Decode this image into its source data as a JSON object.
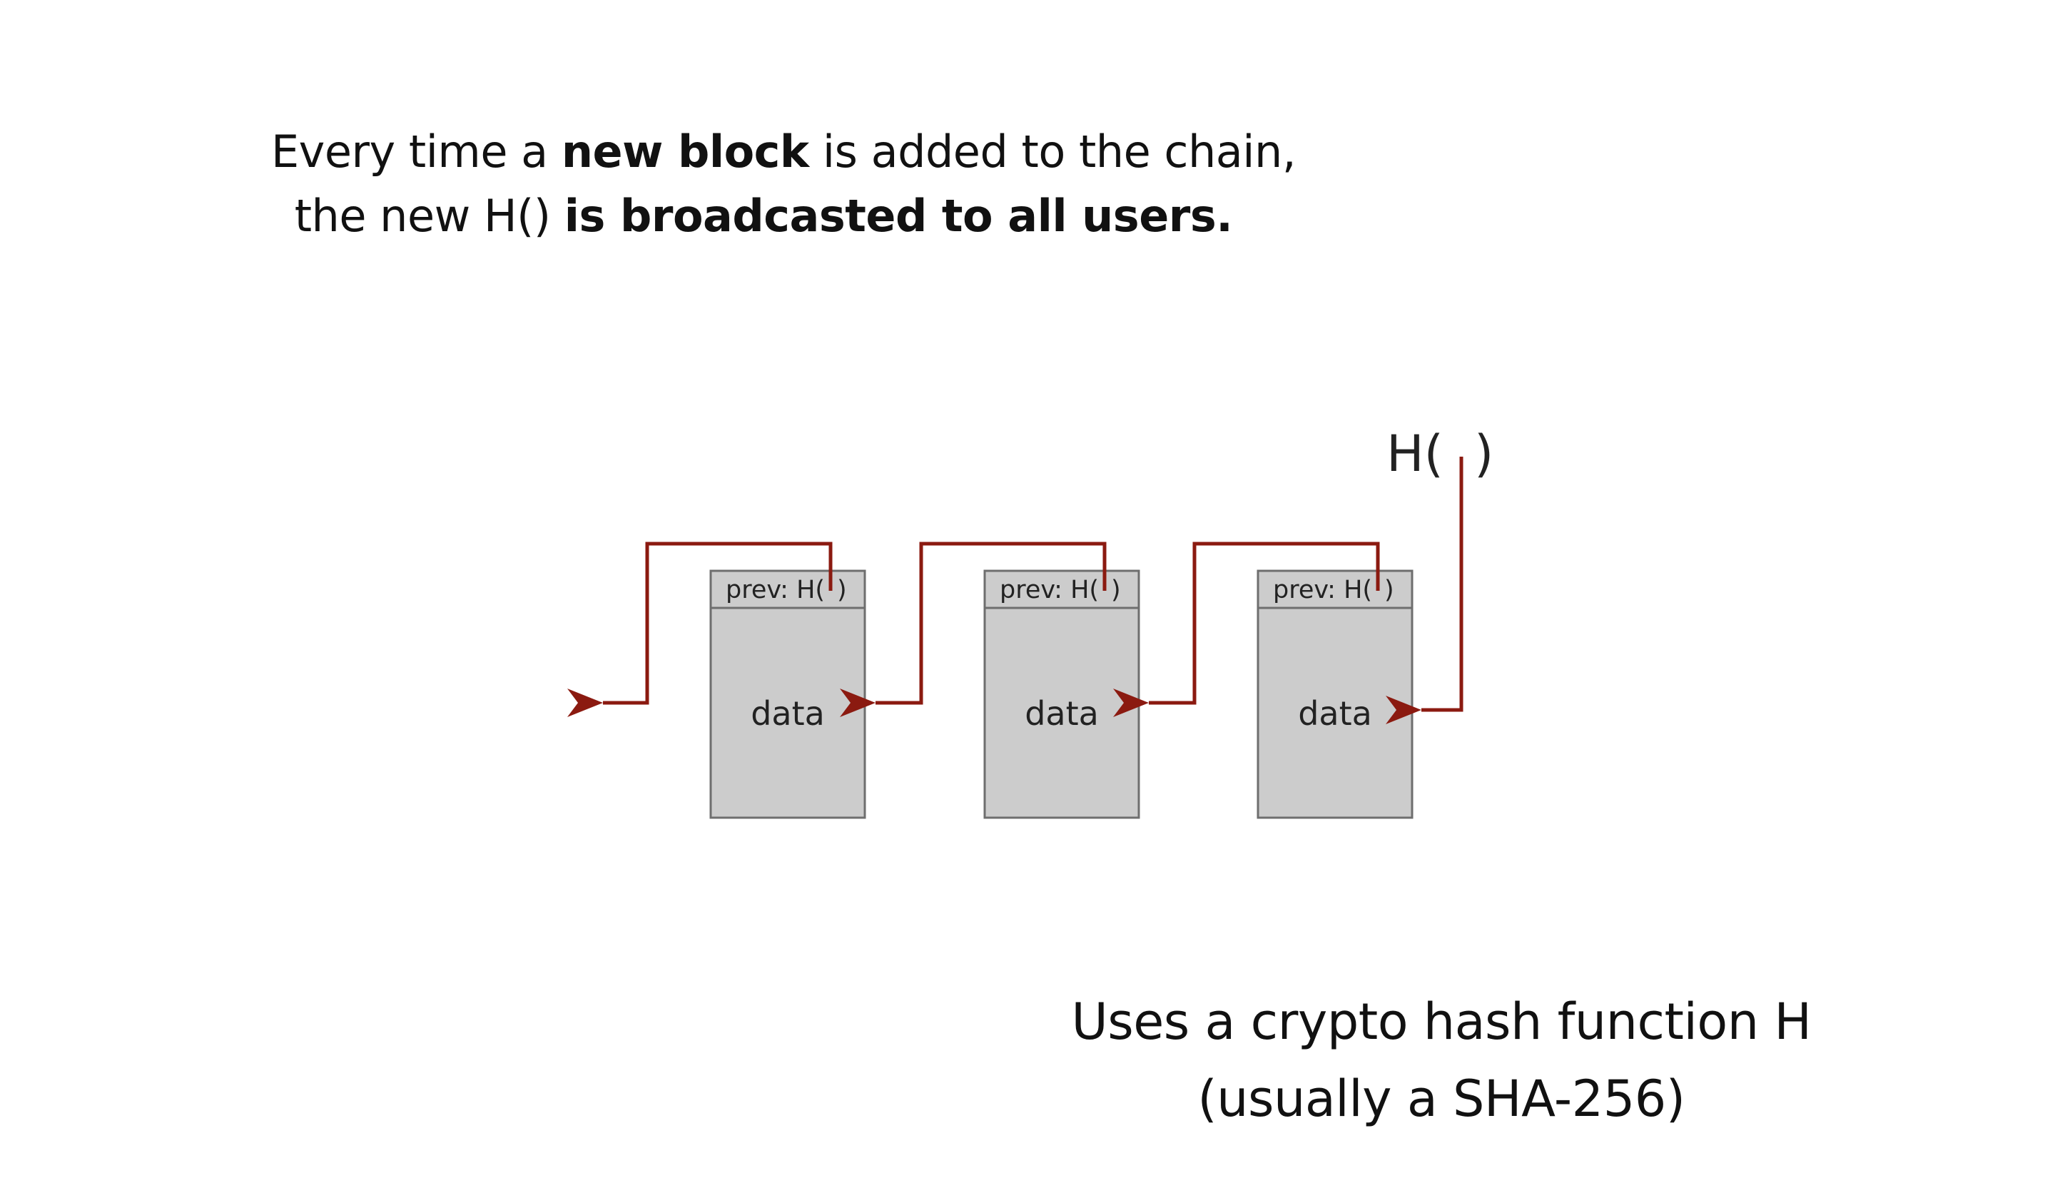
{
  "headline": {
    "line1_prefix": "Every time a ",
    "line1_bold": "new block",
    "line1_suffix": " is added to the chain,",
    "line2_prefix": "the new H() ",
    "line2_bold": "is broadcasted to all users."
  },
  "diagram": {
    "blocks": [
      {
        "header_prefix": "prev: H(",
        "header_suffix": ")",
        "body": "data"
      },
      {
        "header_prefix": "prev: H(",
        "header_suffix": ")",
        "body": "data"
      },
      {
        "header_prefix": "prev: H(",
        "header_suffix": ")",
        "body": "data"
      }
    ],
    "head_hash_prefix": "H(",
    "head_hash_suffix": ")",
    "colors": {
      "arrow": "#8b1a10",
      "block_fill": "#cccccc",
      "block_border": "#6e6e6e"
    }
  },
  "caption": {
    "line1": "Uses a crypto hash function H",
    "line2": "(usually a SHA-256)"
  }
}
